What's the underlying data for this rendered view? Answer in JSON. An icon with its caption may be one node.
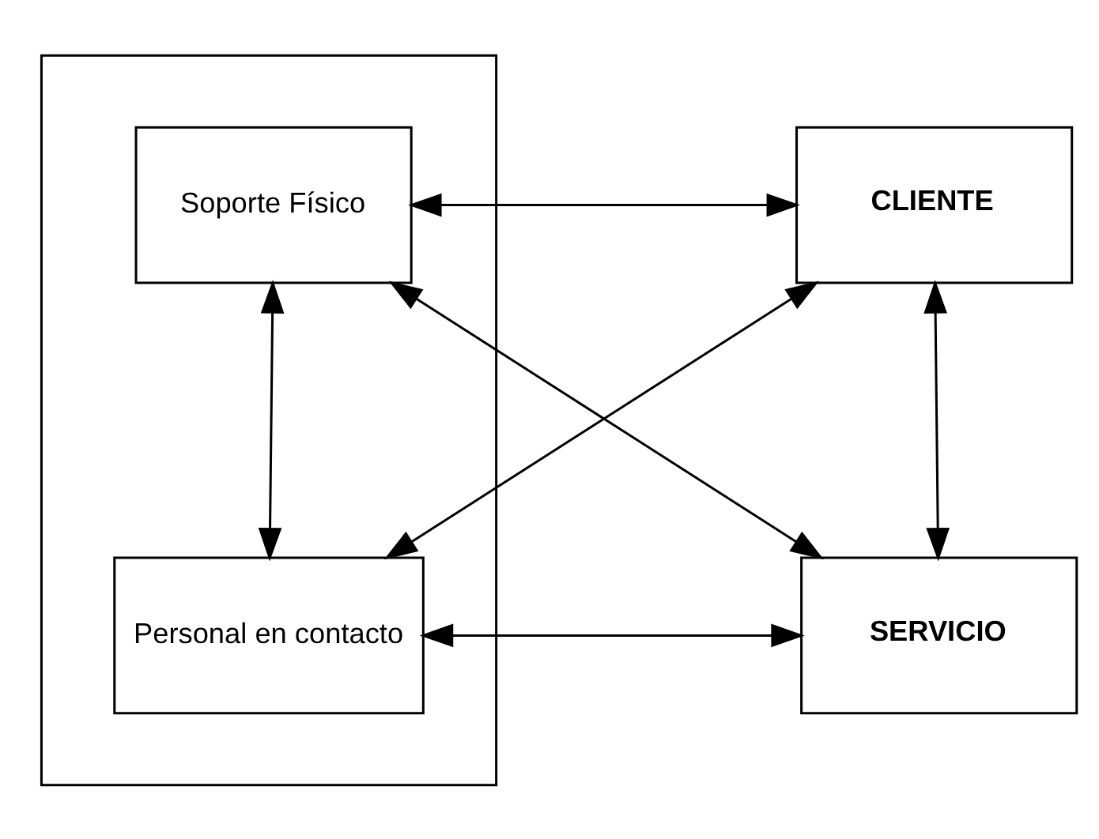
{
  "diagram": {
    "nodes": [
      {
        "text": [],
        "shape": "box"
      },
      {
        "text": [
          "Soporte Físico"
        ],
        "in": 0
      },
      {
        "text": [
          "CLIENTE"
        ]
      },
      {
        "text": [
          "Personal en contacto"
        ],
        "in": 0
      },
      {
        "text": [
          "SERVICIO"
        ]
      }
    ],
    "edges": [
      {
        "from": 1,
        "to": 2,
        "arrow": "both"
      },
      {
        "from": 1,
        "to": 3,
        "arrow": "both"
      },
      {
        "from": 1,
        "to": 4,
        "arrow": "both"
      },
      {
        "from": 2,
        "to": 3,
        "arrow": "both"
      },
      {
        "from": 2,
        "to": 4,
        "arrow": "both"
      },
      {
        "from": 3,
        "to": 4,
        "arrow": "both"
      }
    ]
  }
}
